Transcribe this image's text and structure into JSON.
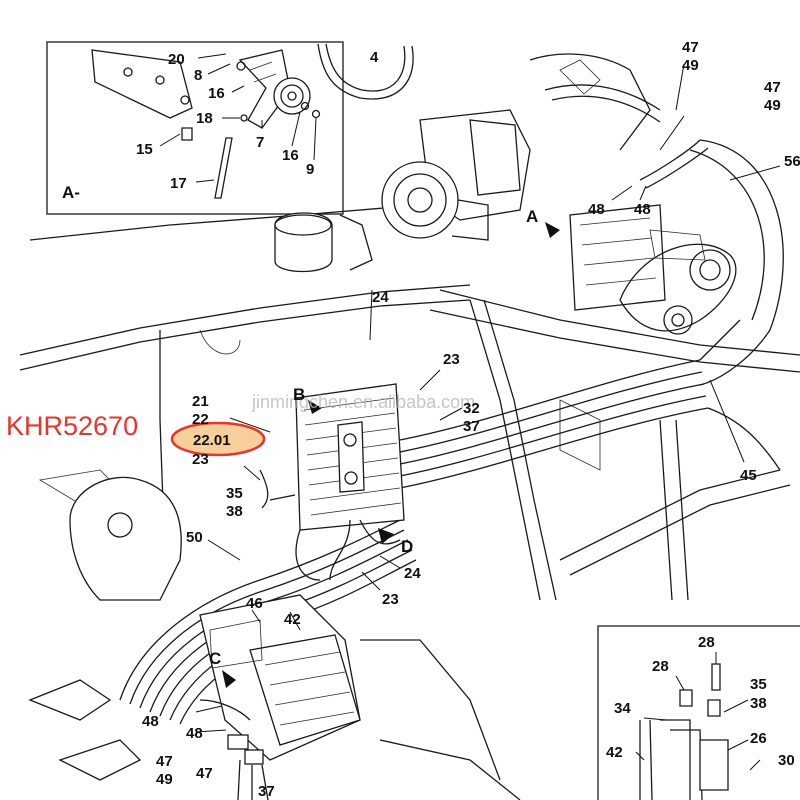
{
  "part_code": "KHR52670",
  "highlighted_ref": "22.01",
  "watermark": "jinmingchen.en.alibaba.com",
  "colors": {
    "accent": "#e8352b",
    "highlight_fill": "#f6cf9a"
  },
  "view_labels": [
    "A-",
    "A",
    "B",
    "C",
    "D"
  ],
  "detail_a_callouts": [
    "20",
    "8",
    "16",
    "18",
    "15",
    "7",
    "16",
    "9",
    "17",
    "4"
  ],
  "main_callouts": [
    "47",
    "49",
    "47",
    "49",
    "56",
    "48",
    "48",
    "24",
    "23",
    "32",
    "37",
    "21",
    "22",
    "23",
    "35",
    "38",
    "50",
    "24",
    "23",
    "46",
    "42",
    "45",
    "48",
    "48",
    "47",
    "49",
    "47",
    "37"
  ],
  "detail_inset_callouts": [
    "28",
    "28",
    "35",
    "38",
    "34",
    "26",
    "42",
    "30"
  ]
}
